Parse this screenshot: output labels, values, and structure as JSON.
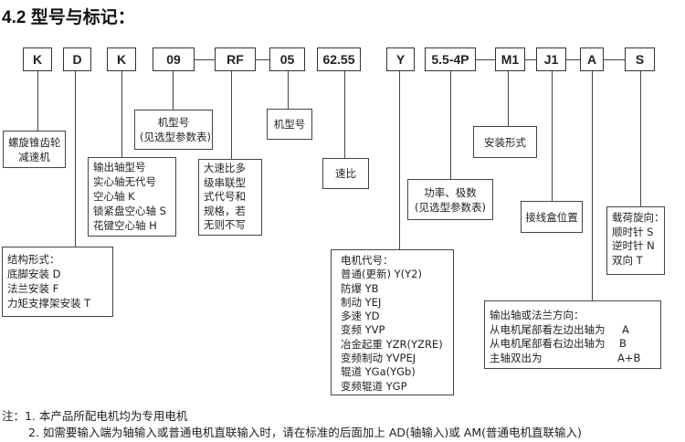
{
  "title": "4.2  型号与标记：",
  "codes": [
    "K",
    "D",
    "K",
    "09",
    "RF",
    "05",
    "62.55",
    "Y",
    "5.5-4P",
    "M1",
    "J1",
    "A",
    "S"
  ],
  "labels": {
    "k1": [
      "螺旋锥齿轮",
      "减速机"
    ],
    "d": [
      "结构形式：",
      "底脚安装  D",
      "法兰安装  F",
      "力矩支撑架安装  T"
    ],
    "k2": [
      "输出轴型号",
      "实心轴无代号",
      "空心轴 K",
      "锁紧盘空心轴 S",
      "花键空心轴 H"
    ],
    "n09": [
      "机型号",
      "(见选型参数表)"
    ],
    "rf": [
      "大速比多",
      "级串联型",
      "式代号和",
      "规格，若",
      "无则不写"
    ],
    "n05": [
      "机型号"
    ],
    "ratio": [
      "速比"
    ],
    "y": [
      "电机代号：",
      "普通(更新) Y(Y2)",
      "防爆 YB",
      "制动 YEJ",
      "多速 YD",
      "变频 YVP",
      "冶金起重 YZR(YZRE)",
      "变频制动 YVPEJ",
      "辊道 YGa(YGb)",
      "变频辊道 YGP"
    ],
    "power": [
      "功率、极数",
      "(见选型参数表)"
    ],
    "m1": [
      "安装形式"
    ],
    "j1": [
      "接线盒位置"
    ],
    "a_title": "输出轴或法兰方向：",
    "a_rows": [
      [
        "从电机尾部看左边出轴为",
        "A"
      ],
      [
        "从电机尾部看右边出轴为",
        "B"
      ],
      [
        "主轴双出为",
        "A+B"
      ]
    ],
    "s": [
      "载荷旋向：",
      "顺时针 S",
      "逆时针 N",
      "双向 T"
    ]
  },
  "notes": [
    "注：1. 本产品所配电机均为专用电机",
    "2. 如需要输入端为轴输入或普通电机直联输入时，请在标准的后面加上 AD(轴输入)或 AM(普通电机直联输入)"
  ]
}
